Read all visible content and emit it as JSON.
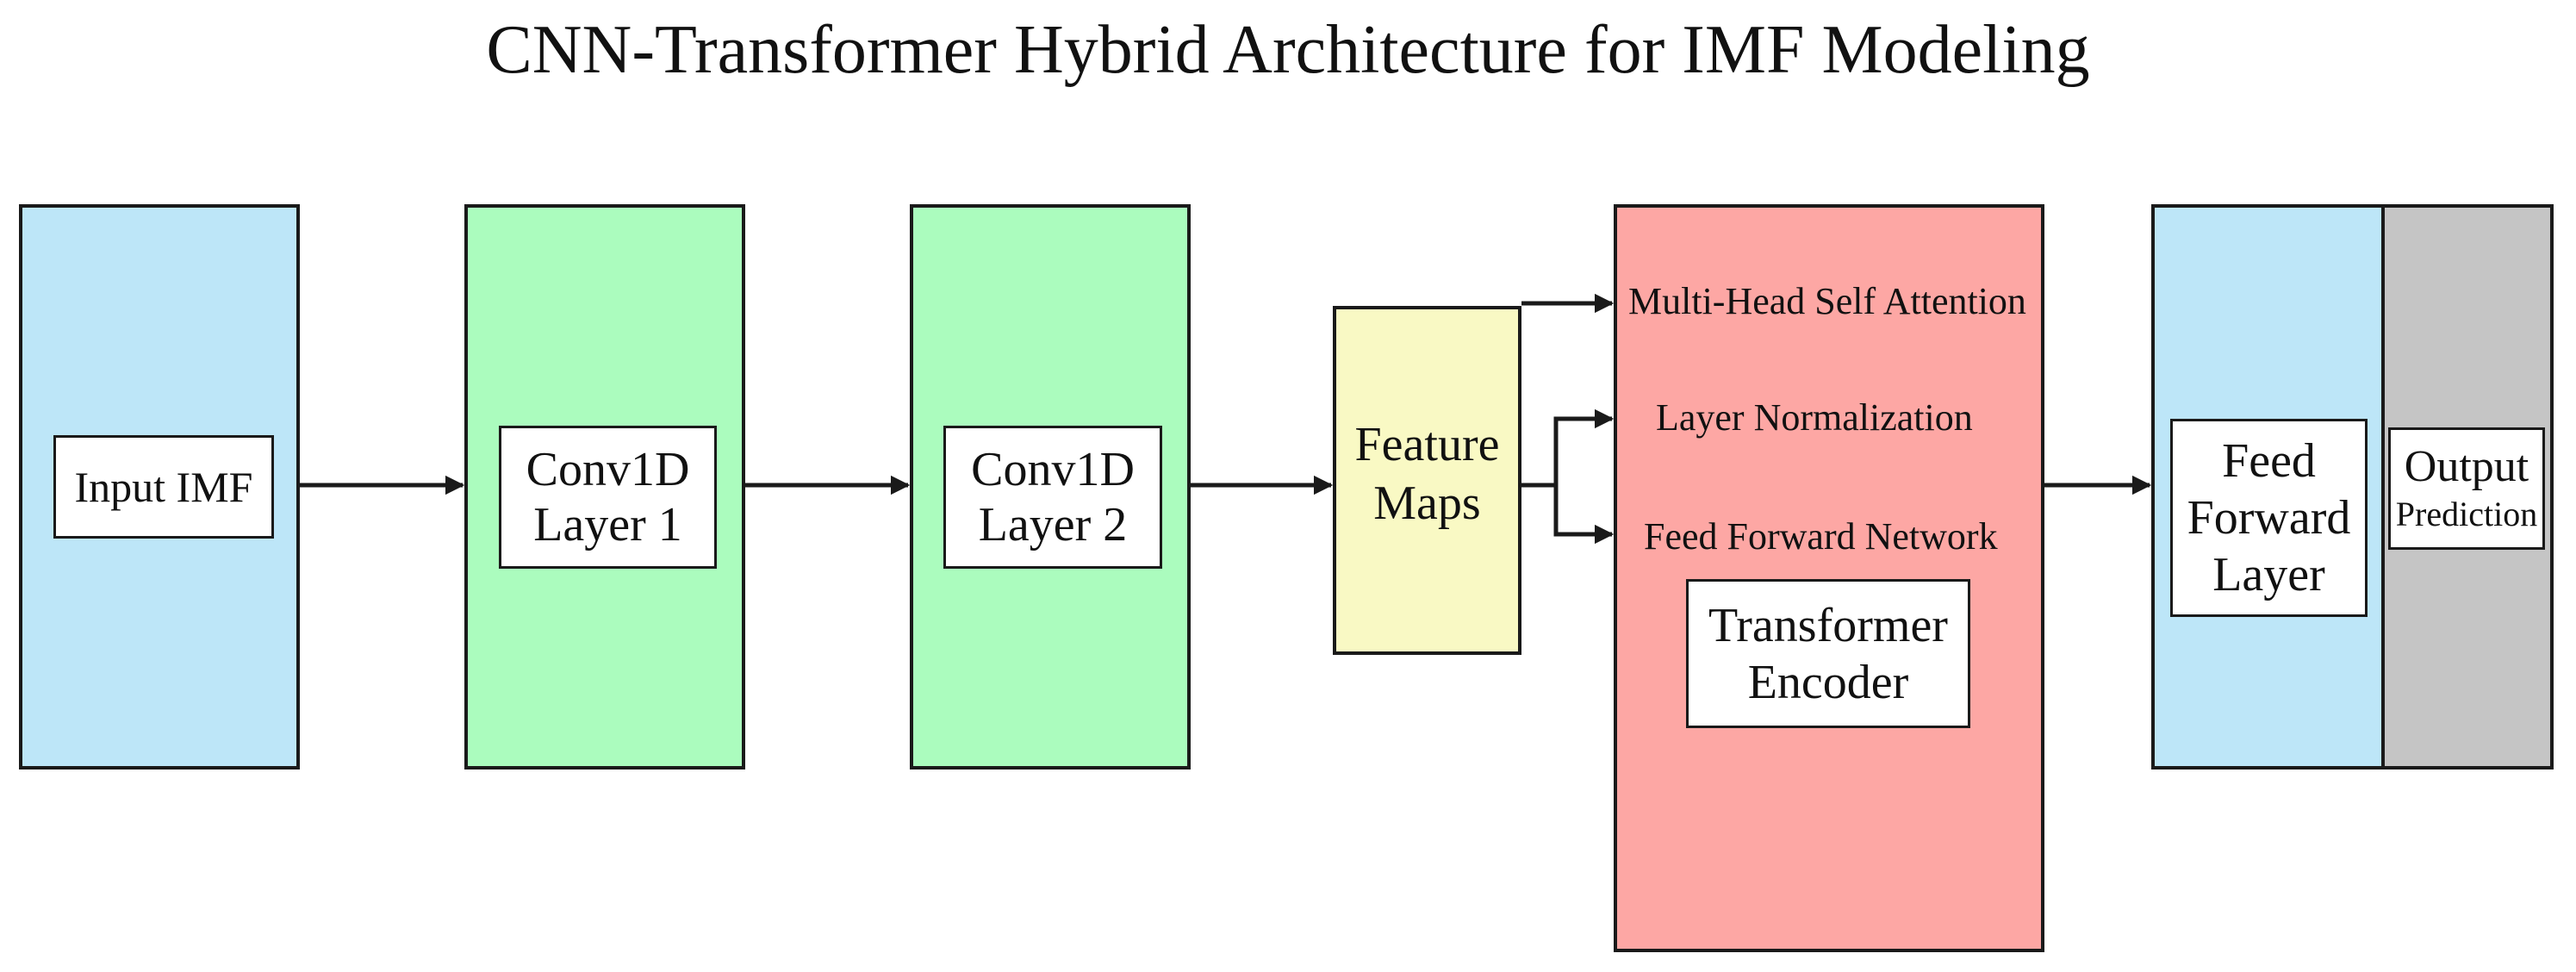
{
  "title": "CNN-Transformer Hybrid Architecture for IMF Modeling",
  "colors": {
    "input": "#bde6f8",
    "conv": "#abfcbe",
    "feature": "#f9f9c4",
    "transformer": "#fda7a4",
    "feedforward": "#bde6f8",
    "output": "#c5c5c5",
    "stroke": "#1a1a1a"
  },
  "blocks": {
    "input": {
      "label": "Input IMF"
    },
    "conv1": {
      "label": "Conv1D\nLayer 1"
    },
    "conv2": {
      "label": "Conv1D\nLayer 2"
    },
    "feature_maps": {
      "label": "Feature\nMaps"
    },
    "transformer": {
      "label": "Transformer\nEncoder",
      "sublayers": [
        "Multi-Head Self Attention",
        "Layer Normalization",
        "Feed Forward Network"
      ]
    },
    "feed_forward": {
      "label": "Feed\nForward\nLayer"
    },
    "output": {
      "label": "Output",
      "sublabel": "Prediction"
    }
  }
}
